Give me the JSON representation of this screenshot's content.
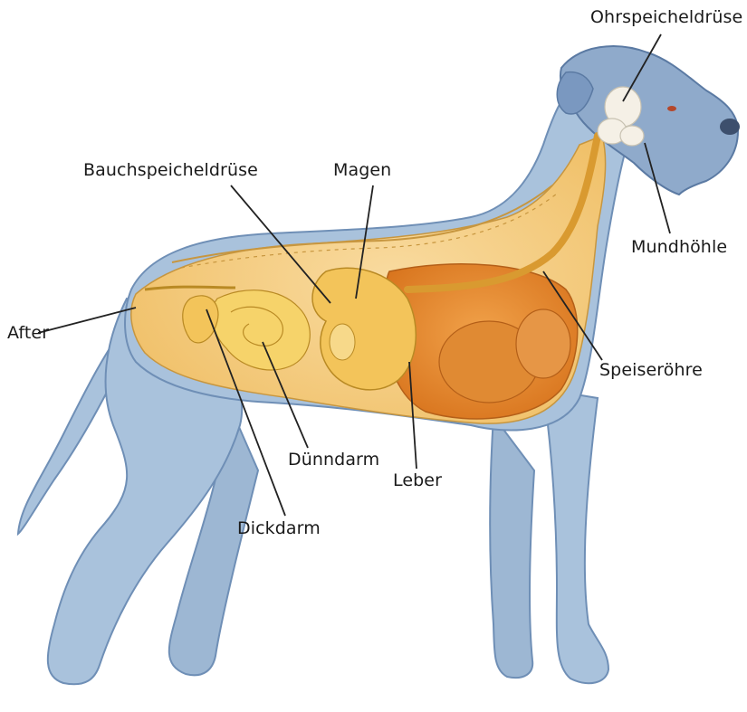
{
  "labels": {
    "ohrspeicheldruese": "Ohrspeicheldrüse",
    "bauchspeicheldruese": "Bauchspeicheldrüse",
    "magen": "Magen",
    "mundhoehle": "Mundhöhle",
    "after": "After",
    "speiseroehre": "Speiseröhre",
    "duenndarm": "Dünndarm",
    "leber": "Leber",
    "dickdarm": "Dickdarm"
  },
  "colors": {
    "body_blue": "#a9c2dc",
    "body_blue_dark": "#6f8fb6",
    "organ_cavity": "#f4c978",
    "organ_orange": "#e8892c",
    "intestine_yellow": "#f6d36a",
    "leader_line": "#222222"
  }
}
